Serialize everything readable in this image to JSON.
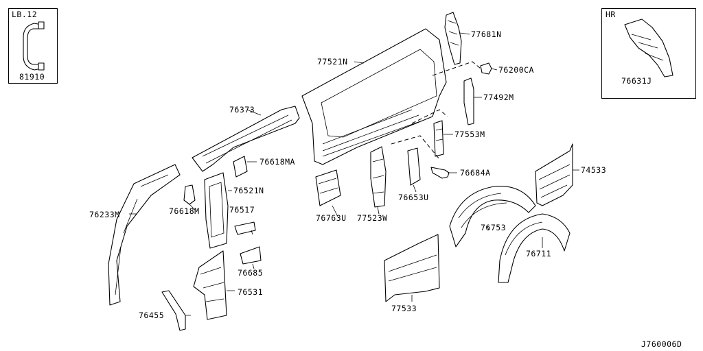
{
  "diagram_id": "J760006D",
  "insets": [
    {
      "tag": "LB.12",
      "part": "81910"
    },
    {
      "tag": "HR",
      "part": "76631J"
    }
  ],
  "parts": [
    "77521N",
    "77681N",
    "76200CA",
    "77492M",
    "77553M",
    "76373",
    "76618MA",
    "76684A",
    "74533",
    "76233M",
    "76618M",
    "76521N",
    "76517",
    "76763U",
    "77523W",
    "76653U",
    "76753",
    "76711",
    "76685",
    "76531",
    "76455",
    "77533"
  ]
}
